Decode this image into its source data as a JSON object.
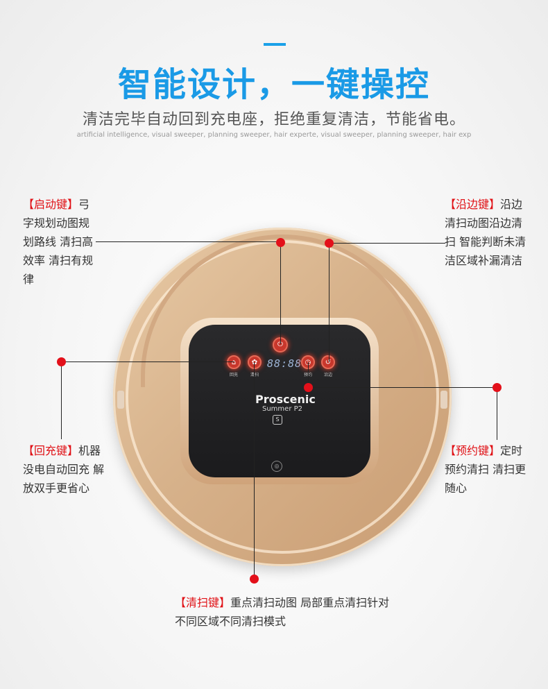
{
  "header": {
    "title": "智能设计，一键操控",
    "subtitle": "清洁完毕自动回到充电座，拒绝重复清洁，节能省电。",
    "tagline": "artificial intelligence, visual sweeper, planning sweeper, hair experte, visual sweeper, planning sweeper, hair exp"
  },
  "colors": {
    "accent": "#1a9ae6",
    "callout_tag": "#e01015",
    "dot": "#e3101a"
  },
  "panel": {
    "display": "88:88",
    "brand": "Proscenic",
    "model": "Summer P2",
    "badge": "S",
    "buttons": [
      {
        "label": "回充",
        "icon": "home-icon"
      },
      {
        "label": "清扫",
        "icon": "broom-icon"
      },
      {
        "label": "预约",
        "icon": "clock-icon"
      },
      {
        "label": "沿边",
        "icon": "edge-icon"
      }
    ],
    "power_icon": "power-icon",
    "wifi_icon": "wifi-icon"
  },
  "callouts": {
    "start": {
      "tag": "【启动键】",
      "text": "弓字规划动图规划路线 清扫高效率 清扫有规律"
    },
    "edge": {
      "tag": "【沿边键】",
      "text": "沿边清扫动图沿边清扫 智能判断未清洁区域补漏清洁"
    },
    "return": {
      "tag": "【回充键】",
      "text": "机器没电自动回充 解放双手更省心"
    },
    "schedule": {
      "tag": "【预约键】",
      "text": "定时预约清扫 清扫更随心"
    },
    "clean": {
      "tag": "【清扫键】",
      "text": "重点清扫动图 局部重点清扫针对不同区域不同清扫模式"
    }
  }
}
